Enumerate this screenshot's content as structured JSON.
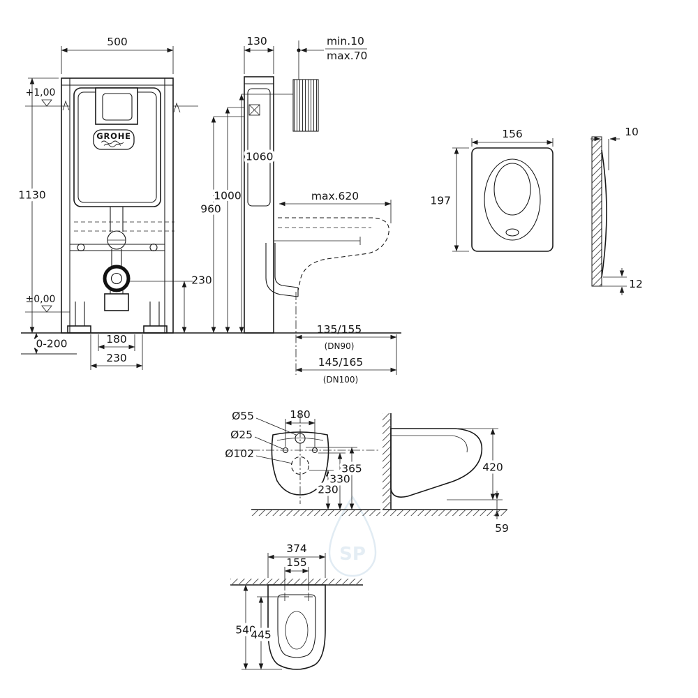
{
  "brand_logo": "GROHE",
  "watermark": "SP",
  "frame_front": {
    "width": "500",
    "height": "1130",
    "level_top": "+1,00",
    "level_zero": "±0,00",
    "foot_range": "0-200",
    "rod_spacing": "180",
    "fix_spacing": "230",
    "outlet_height": "230"
  },
  "frame_side": {
    "depth": "130",
    "wall_min": "min.10",
    "wall_max": "max.70",
    "h_valve": "960",
    "h_frame": "1000",
    "h_inlet": "1060",
    "max_width": "max.620",
    "dn90_range": "135/155",
    "dn90": "(DN90)",
    "dn100_range": "145/165",
    "dn100": "(DN100)"
  },
  "plate": {
    "width": "156",
    "height": "197",
    "thickness": "10",
    "bottom_offset": "12"
  },
  "bowl_rear": {
    "inlet_dia": "Ø55",
    "hole_dia": "Ø25",
    "outlet_dia": "Ø102",
    "hole_spacing": "180",
    "h_inlet": "365",
    "h_holes": "330",
    "h_outlet": "230"
  },
  "bowl_side": {
    "height": "420",
    "floor_gap": "59"
  },
  "bowl_top": {
    "width": "374",
    "hole_spacing": "155",
    "depth": "540",
    "inner_depth": "445"
  }
}
